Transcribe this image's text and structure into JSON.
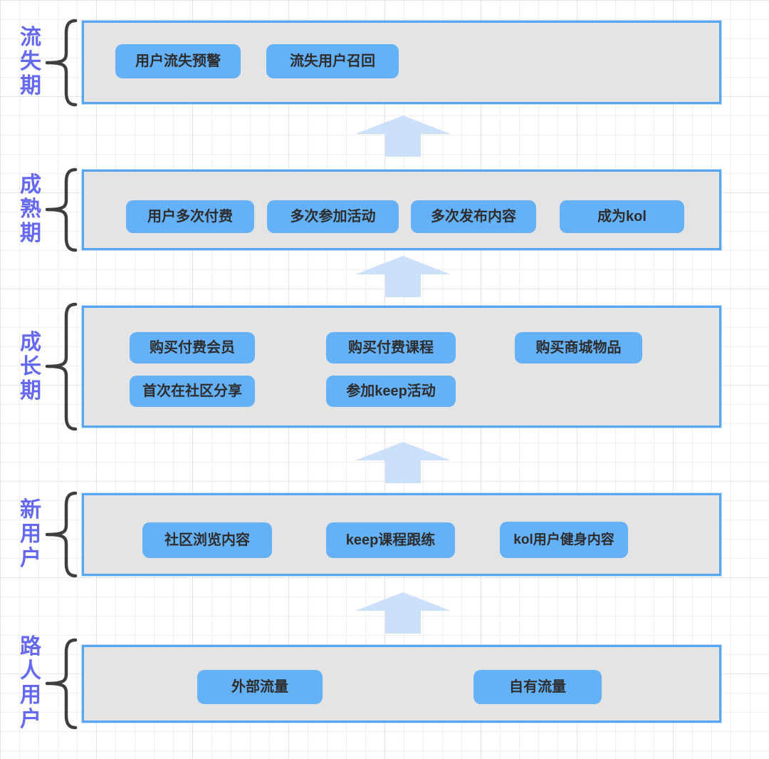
{
  "diagram_type": "user-lifecycle-funnel-flowchart",
  "colors": {
    "stage_box_fill": "#e4e4e4",
    "stage_box_border": "#57a6f3",
    "action_chip_fill": "#64b1f8",
    "action_chip_text": "#2d2d2d",
    "stage_label_text": "#6568f0",
    "flow_arrow_fill": "#cde0fa",
    "brace_stroke": "#3e3e3e",
    "grid_line": "#eeeeee"
  },
  "stages": [
    {
      "id": "churn",
      "label": "流失期",
      "actions": [
        "用户流失预警",
        "流失用户召回"
      ]
    },
    {
      "id": "mature",
      "label": "成熟期",
      "actions": [
        "用户多次付费",
        "多次参加活动",
        "多次发布内容",
        "成为kol"
      ]
    },
    {
      "id": "growth",
      "label": "成长期",
      "actions": [
        "购买付费会员",
        "购买付费课程",
        "购买商城物品",
        "首次在社区分享",
        "参加keep活动"
      ]
    },
    {
      "id": "new-user",
      "label": "新用户",
      "actions": [
        "社区浏览内容",
        "keep课程跟练",
        "kol用户健身内容"
      ]
    },
    {
      "id": "passerby",
      "label": "路人用户",
      "actions": [
        "外部流量",
        "自有流量"
      ]
    }
  ]
}
